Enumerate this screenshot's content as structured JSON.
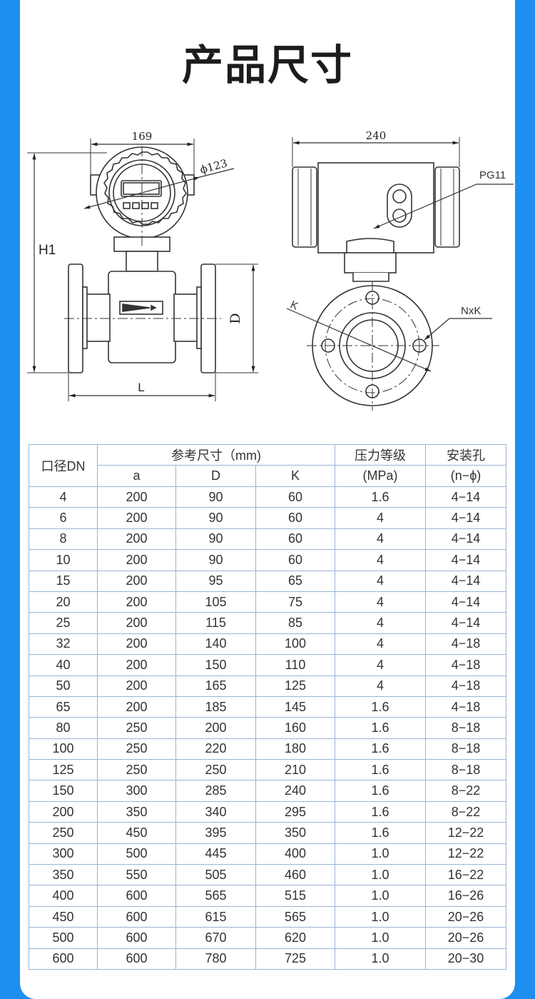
{
  "page": {
    "title": "产品尺寸",
    "bg_color": "#1f8fef",
    "card_color": "#ffffff"
  },
  "drawing": {
    "front": {
      "dim_width": "169",
      "dim_diameter": "ϕ123",
      "label_height": "H1",
      "label_flange": "D",
      "label_length": "L"
    },
    "side": {
      "dim_width": "240",
      "label_port": "PG11",
      "label_k": "K",
      "label_holes": "NxK"
    }
  },
  "table": {
    "header": {
      "dn": "口径DN",
      "ref": "参考尺寸（mm)",
      "a": "a",
      "d": "D",
      "k": "K",
      "pressure": "压力等级",
      "pressure_unit": "(MPa)",
      "holes": "安装孔",
      "holes_unit": "(n−ϕ)"
    },
    "rows": [
      [
        "4",
        "200",
        "90",
        "60",
        "1.6",
        "4−14"
      ],
      [
        "6",
        "200",
        "90",
        "60",
        "4",
        "4−14"
      ],
      [
        "8",
        "200",
        "90",
        "60",
        "4",
        "4−14"
      ],
      [
        "10",
        "200",
        "90",
        "60",
        "4",
        "4−14"
      ],
      [
        "15",
        "200",
        "95",
        "65",
        "4",
        "4−14"
      ],
      [
        "20",
        "200",
        "105",
        "75",
        "4",
        "4−14"
      ],
      [
        "25",
        "200",
        "115",
        "85",
        "4",
        "4−14"
      ],
      [
        "32",
        "200",
        "140",
        "100",
        "4",
        "4−18"
      ],
      [
        "40",
        "200",
        "150",
        "110",
        "4",
        "4−18"
      ],
      [
        "50",
        "200",
        "165",
        "125",
        "4",
        "4−18"
      ],
      [
        "65",
        "200",
        "185",
        "145",
        "1.6",
        "4−18"
      ],
      [
        "80",
        "250",
        "200",
        "160",
        "1.6",
        "8−18"
      ],
      [
        "100",
        "250",
        "220",
        "180",
        "1.6",
        "8−18"
      ],
      [
        "125",
        "250",
        "250",
        "210",
        "1.6",
        "8−18"
      ],
      [
        "150",
        "300",
        "285",
        "240",
        "1.6",
        "8−22"
      ],
      [
        "200",
        "350",
        "340",
        "295",
        "1.6",
        "8−22"
      ],
      [
        "250",
        "450",
        "395",
        "350",
        "1.6",
        "12−22"
      ],
      [
        "300",
        "500",
        "445",
        "400",
        "1.0",
        "12−22"
      ],
      [
        "350",
        "550",
        "505",
        "460",
        "1.0",
        "16−22"
      ],
      [
        "400",
        "600",
        "565",
        "515",
        "1.0",
        "16−26"
      ],
      [
        "450",
        "600",
        "615",
        "565",
        "1.0",
        "20−26"
      ],
      [
        "500",
        "600",
        "670",
        "620",
        "1.0",
        "20−26"
      ],
      [
        "600",
        "600",
        "780",
        "725",
        "1.0",
        "20−30"
      ]
    ]
  }
}
